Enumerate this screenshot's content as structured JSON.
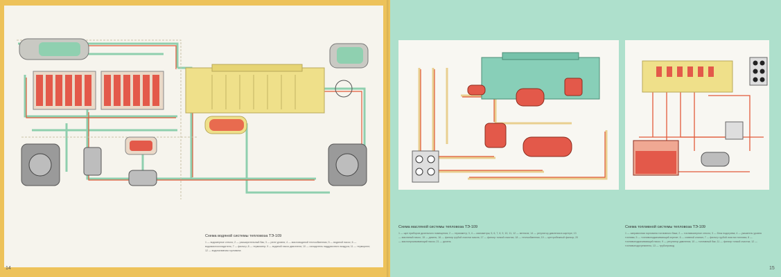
{
  "left_page": {
    "caption_title": "Схема водяной системы тепловоза ТЭ-109",
    "caption_body": "1 — водомерное стекло; 2 — расширительный бак; 3 — реле уровня; 4 — масловодяной теплообменник; 5 — водяной насос; 6 — водомаслоохладитель; 7 — фильтр; 8 — термометр; 9 — водяной насос двигателя; 10 — охладитель наддувочного воздуха; 11 — термореле; 12 — водоналивная горловина",
    "page_number": "14"
  },
  "right_page": {
    "oil_caption_title": "Схема масляной системы тепловоза ТЭ-109",
    "oil_caption_body": "1 — щит приборов дизельного помещения; 2 — термометр; 3, 4 — манометры; 5, 6, 7, 8, 9, 10, 11, 12 — вентили; 14 — регулятор давления в картере; 13 — масляный насос; 15 — дизель; 16 — фильтр грубой очистки масла; 17 — фильтр тонкой очистки; 18 — теплообменник; 19 — центробежный фильтр; 20 — маслопрокачивающий насос; 21 — дизель",
    "fuel_caption_title": "Схема топливной системы тепловоза ТЭ-109",
    "fuel_caption_body": "1 — заправочная горловина топливного бака; 2 — топливомерное стекло; 3 — блок подогрева; 4 — указатель уровня топлива; 5 — топливоподкачивающий агрегат; 6 — сливной клапан; 7 — фильтр грубой очистки топлива; 8 — топливоподкачивающий насос; 9 — регулятор давления; 10 — топливный бак; 11 — фильтр тонкой очистки; 12 — топливоподогреватель; 13 — трубопровод",
    "page_number": "15"
  },
  "colors": {
    "engine_yellow": "#efe08a",
    "engine_green": "#88cfb8",
    "pipe_red": "#e25a3a",
    "pipe_green": "#8fcfae",
    "pipe_orange": "#e9a15a",
    "radiator_red": "#e3594a"
  }
}
